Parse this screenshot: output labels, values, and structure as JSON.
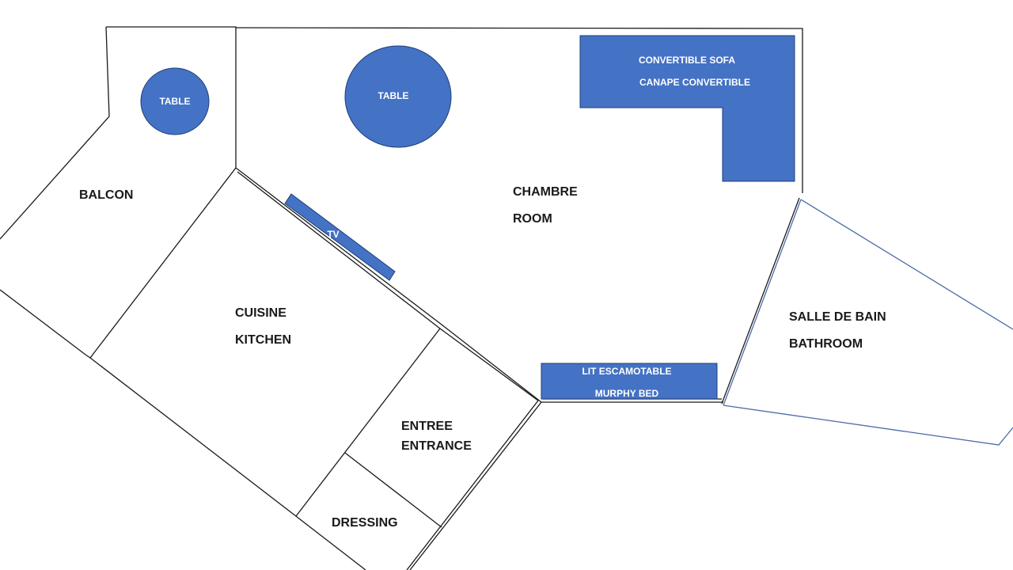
{
  "colors": {
    "furniture": "#4472c4",
    "furniture_label": "#ffffff",
    "walls": "#1a1a1a",
    "bathroom_walls": "#4a6ba8",
    "room_label": "#1a1a1a"
  },
  "rooms": {
    "balcon": {
      "line1": "BALCON"
    },
    "chambre": {
      "line1": "CHAMBRE",
      "line2": "ROOM"
    },
    "cuisine": {
      "line1": "CUISINE",
      "line2": "KITCHEN"
    },
    "entree": {
      "line1": "ENTREE",
      "line2": "ENTRANCE"
    },
    "dressing": {
      "line1": "DRESSING"
    },
    "salle_de_bain": {
      "line1": "SALLE DE BAIN",
      "line2": "BATHROOM"
    }
  },
  "furniture": {
    "table_balcony": {
      "label": "TABLE"
    },
    "table_room": {
      "label": "TABLE"
    },
    "sofa": {
      "line1": "CONVERTIBLE SOFA",
      "line2": "CANAPE CONVERTIBLE"
    },
    "tv": {
      "label": "TV"
    },
    "murphy_bed": {
      "line1": "LIT ESCAMOTABLE",
      "line2": "MURPHY BED"
    }
  }
}
